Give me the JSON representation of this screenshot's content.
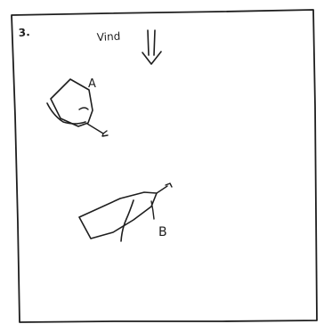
{
  "figure": {
    "number_label": "3.",
    "wind_label": "Vind",
    "boats": [
      {
        "label": "A"
      },
      {
        "label": "B"
      }
    ]
  }
}
